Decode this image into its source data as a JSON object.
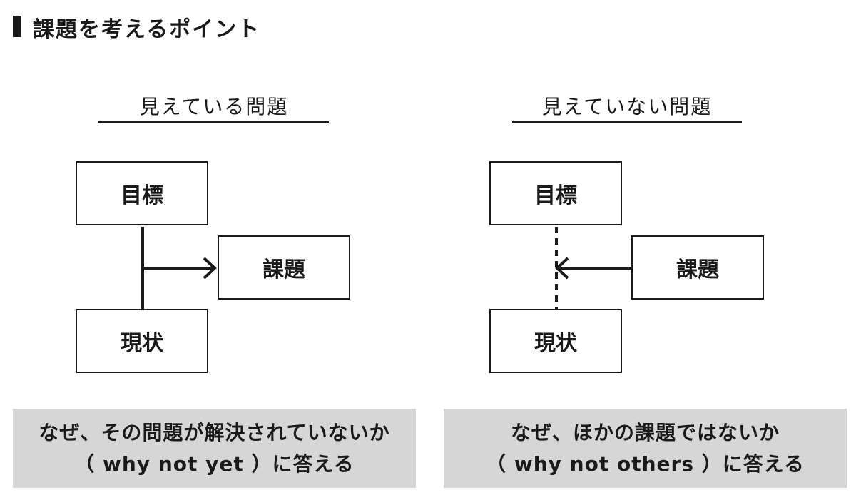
{
  "title": "課題を考えるポイント",
  "left": {
    "heading": "見えている問題",
    "goal": "目標",
    "issue": "課題",
    "current": "現状",
    "note_line1": "なぜ、その問題が解決されていないか",
    "note_line2": "（ why not yet ）に答える"
  },
  "right": {
    "heading": "見えていない問題",
    "goal": "目標",
    "issue": "課題",
    "current": "現状",
    "note_line1": "なぜ、ほかの課題ではないか",
    "note_line2": "（ why not others ）に答える"
  },
  "colors": {
    "ink": "#1a1a1a",
    "note_bg": "#d6d6d6"
  }
}
